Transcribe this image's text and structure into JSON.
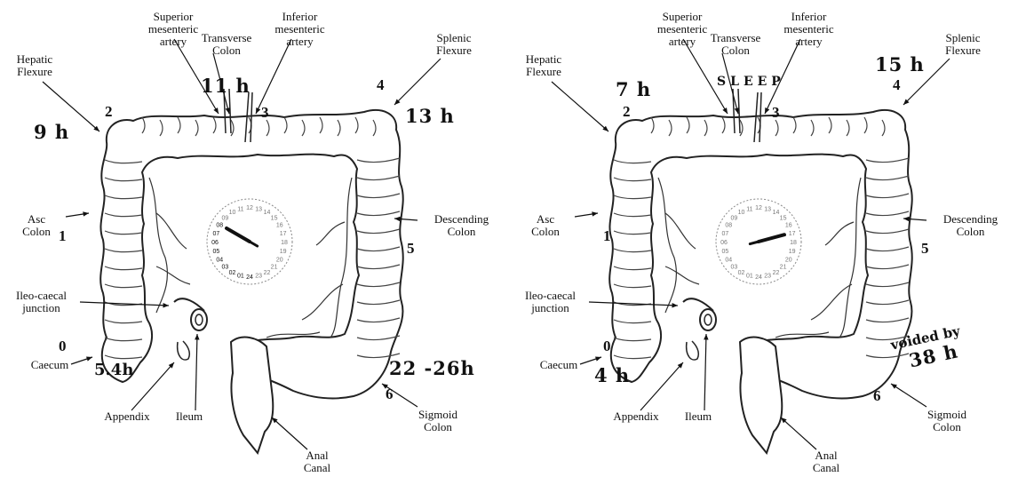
{
  "panels": [
    {
      "labels": {
        "superior_mesenteric_artery": "Superior\nmesenteric\nartery",
        "transverse_colon": "Transverse\nColon",
        "inferior_mesenteric_artery": "Inferior\nmesenteric\nartery",
        "hepatic_flexure": "Hepatic\nFlexure",
        "splenic_flexure": "Splenic\nFlexure",
        "asc_colon": "Asc\nColon",
        "descending_colon": "Descending\nColon",
        "ileo_caecal_junction": "Ileo-caecal\njunction",
        "caecum": "Caecum",
        "appendix": "Appendix",
        "ileum": "Ileum",
        "anal_canal": "Anal\nCanal",
        "sigmoid_colon": "Sigmoid\nColon"
      },
      "numbers": {
        "n0": "0",
        "n1": "1",
        "n2": "2",
        "n3": "3",
        "n4": "4",
        "n5": "5",
        "n6": "6"
      },
      "times": {
        "hepatic": "9 h",
        "transverse": "11 h",
        "splenic": "13 h",
        "caecum": "5.4h",
        "sigmoid": "22 -26h"
      },
      "clock": {
        "hand_hour": 8
      }
    },
    {
      "labels": {
        "superior_mesenteric_artery": "Superior\nmesenteric\nartery",
        "transverse_colon": "Transverse\nColon",
        "inferior_mesenteric_artery": "Inferior\nmesenteric\nartery",
        "hepatic_flexure": "Hepatic\nFlexure",
        "splenic_flexure": "Splenic\nFlexure",
        "asc_colon": "Asc\nColon",
        "descending_colon": "Descending\nColon",
        "ileo_caecal_junction": "Ileo-caecal\njunction",
        "caecum": "Caecum",
        "appendix": "Appendix",
        "ileum": "Ileum",
        "anal_canal": "Anal\nCanal",
        "sigmoid_colon": "Sigmoid\nColon"
      },
      "numbers": {
        "n0": "0",
        "n1": "1",
        "n2": "2",
        "n3": "3",
        "n4": "4",
        "n5": "5",
        "n6": "6"
      },
      "times": {
        "hepatic": "7 h",
        "splenic": "15 h",
        "caecum": "4 h",
        "voided_line1": "voided by",
        "voided_line2": "38 h"
      },
      "sleep": "SLEEP",
      "clock": {
        "hand_hour": 17
      }
    }
  ],
  "clock_hours": [
    "01",
    "02",
    "03",
    "04",
    "05",
    "06",
    "07",
    "08",
    "09",
    "10",
    "11",
    "12",
    "13",
    "14",
    "15",
    "16",
    "17",
    "18",
    "19",
    "20",
    "21",
    "22",
    "23",
    "24"
  ]
}
